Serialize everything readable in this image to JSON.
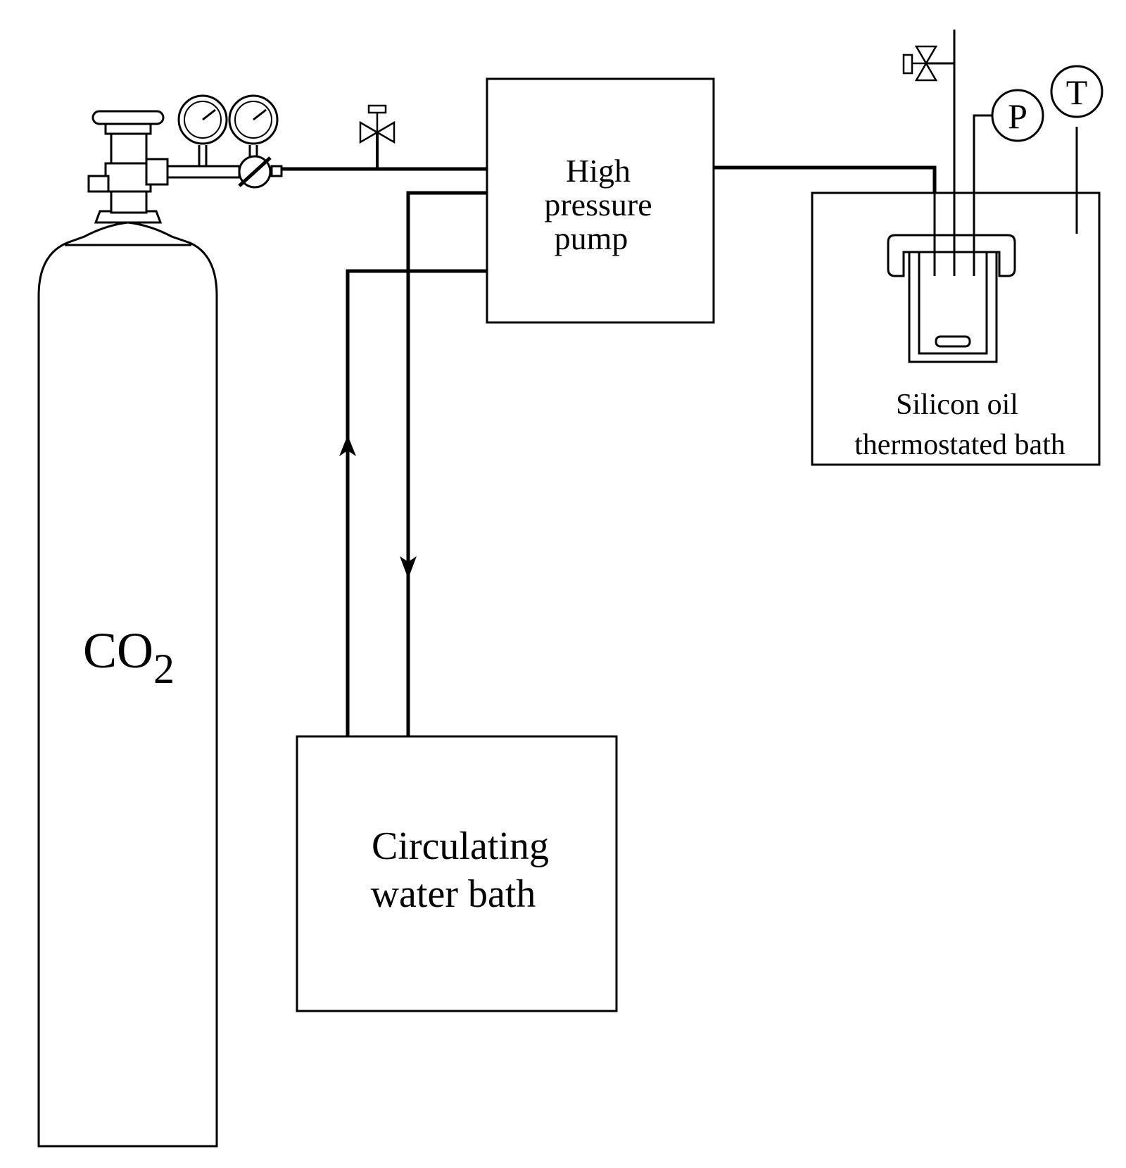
{
  "labels": {
    "cylinder_formula": "CO",
    "cylinder_subscript": "2",
    "pump_line1": "High",
    "pump_line2": "pressure",
    "pump_line3": "pump",
    "water_bath_line1": "Circulating",
    "water_bath_line2": "water bath",
    "oil_bath_line1": "Silicon oil",
    "oil_bath_line2": "thermostated bath",
    "pressure_gauge": "P",
    "temperature_sensor": "T"
  },
  "colors": {
    "line": "#000000",
    "background": "#ffffff"
  },
  "icons": {
    "valve": "needle-valve-icon",
    "gauge": "pressure-gauge-icon",
    "flow_arrow": "arrow-icon"
  }
}
